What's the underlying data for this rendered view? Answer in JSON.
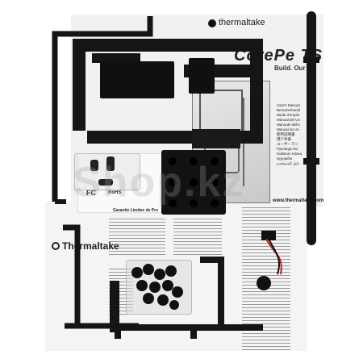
{
  "brand_top": "thermaltake",
  "brand_bottom": "Thermaltake",
  "model_text": "CorePe TS",
  "tagline": "Build. Our C",
  "manual_items": [
    "User's Manual",
    "Benutzerhandl",
    "Mode d'emplo",
    "Manual del Us",
    "Manuale dell'u",
    "Manual do Us",
    "使用説明書",
    "用户手册",
    "ユーザーマニ",
    "Руководство",
    "Kullanım Kılavu",
    "εγχειρίδιο",
    "دليل المستخدم"
  ],
  "website": "www.thermaltake.com",
  "warranty_title": "Garantie Limitee de Pro",
  "fcc_mark": "FC",
  "rohs_mark": "RoHS",
  "watermark": "Shop.kz",
  "colors": {
    "hardware": "#151515",
    "paper": "#f1f1f1",
    "background": "#ffffff",
    "wire_red": "#c81e1e"
  }
}
